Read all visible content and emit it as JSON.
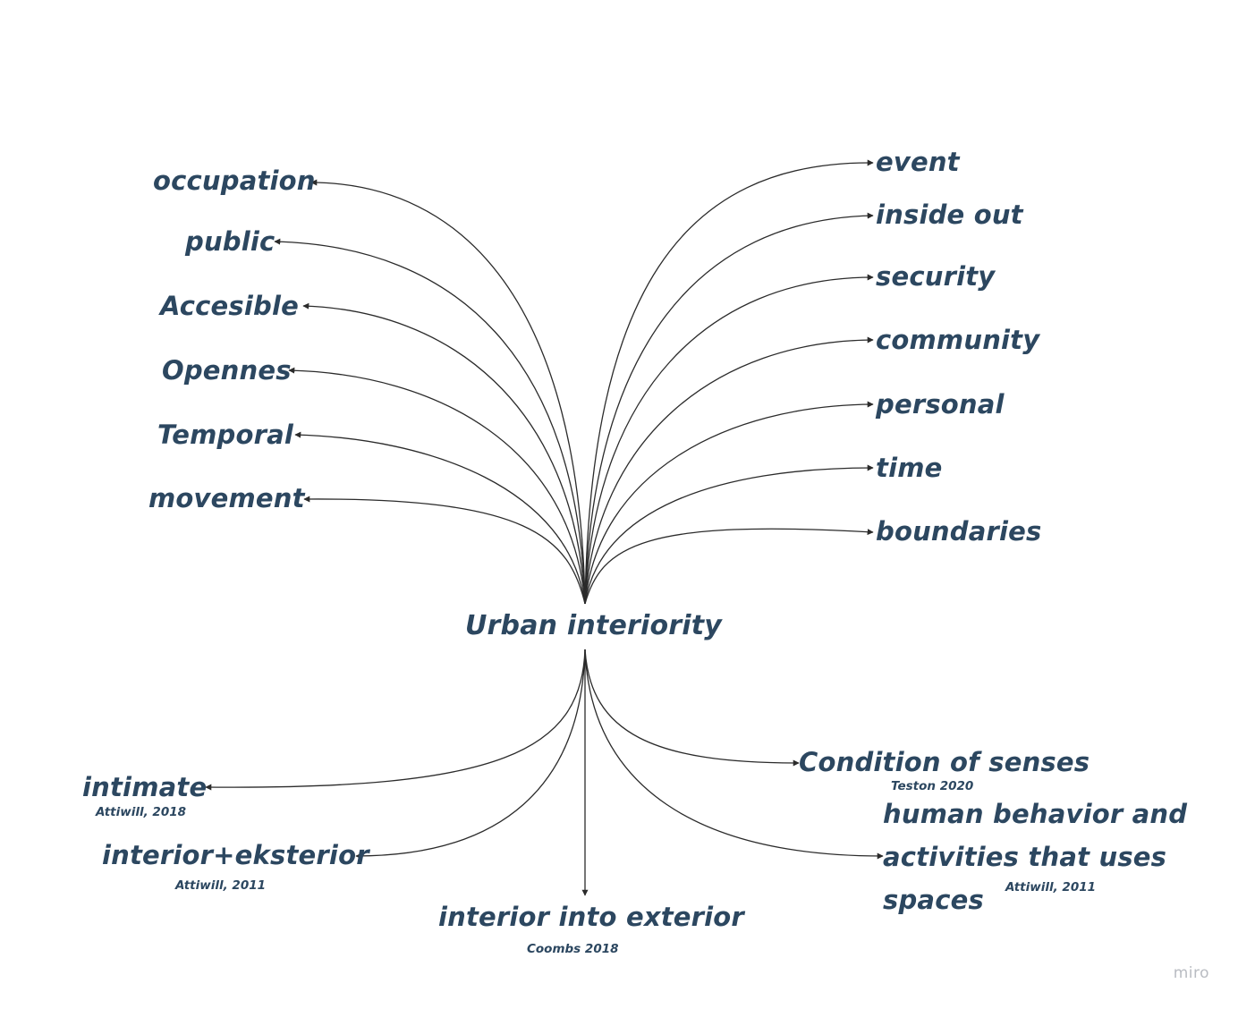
{
  "center": {
    "label": "Urban interiority"
  },
  "upper_left": [
    "occupation",
    "public",
    "Accesible",
    "Opennes",
    "Temporal",
    "movement"
  ],
  "upper_right": [
    "event",
    "inside out",
    "security",
    "community",
    "personal",
    "time",
    "boundaries"
  ],
  "lower": {
    "intimate": {
      "label": "intimate",
      "cite": "Attiwill, 2018"
    },
    "interior_eksterior": {
      "label": "interior+eksterior",
      "cite": "Attiwill, 2011"
    },
    "interior_into_exterior": {
      "label": "interior into exterior",
      "cite": "Coombs 2018"
    },
    "condition_of_senses": {
      "label": "Condition of senses",
      "cite": "Teston 2020"
    },
    "human_behavior": {
      "label": "human behavior and activities that uses spaces",
      "cite": "Attiwill, 2011"
    }
  },
  "watermark": "miro",
  "colors": {
    "text": "#2c4760",
    "line": "#2b2b2b",
    "watermark": "#b9bcc2"
  }
}
